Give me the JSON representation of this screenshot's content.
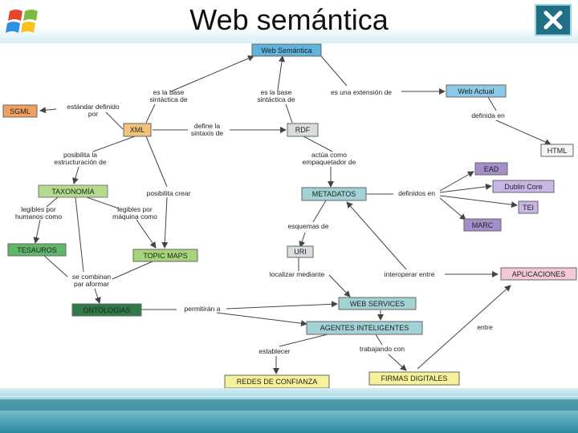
{
  "title": "Web semántica",
  "colors": {
    "blue": "#5fb3dc",
    "orange": "#f0a060",
    "tan": "#f2c37a",
    "gray": "#d8dde0",
    "teal": "#a3d2d6",
    "green": "#5fb86a",
    "lightgreen": "#a6d47a",
    "dark": "#2f7a4a",
    "purple": "#a48ec9",
    "lavender": "#c7b6e6",
    "pink": "#f4c8d8",
    "yellow": "#f6f29a"
  },
  "nodes": {
    "web_semantica": "Web Semántica",
    "sgml": "SGML",
    "xml": "XML",
    "rdf": "RDF",
    "web_actual": "Web Actual",
    "html": "HTML",
    "taxonomia": "TAXONOMÍA",
    "metadatos": "METADATOS",
    "ead": "EAD",
    "dublin_core": "Dublin Core",
    "tei": "TEI",
    "marc": "MARC",
    "tesauros": "TESAUROS",
    "topic_maps": "TOPIC MAPS",
    "uri": "URI",
    "aplicaciones": "APLICACIONES",
    "ontologias": "ONTOLOGIAS",
    "web_services": "WEB SERVICES",
    "agentes": "AGENTES INTELIGENTES",
    "redes": "REDES DE CONFIANZA",
    "firmas": "FIRMAS DIGITALES"
  },
  "labels": {
    "base_xml_1": "es la base",
    "base_xml_2": "sintáctica de",
    "base_rdf_1": "es la base",
    "base_rdf_2": "sintáctica de",
    "extension": "es una extensión de",
    "estandar_1": "estándar definido",
    "estandar_2": "por",
    "define_1": "define la",
    "define_2": "sintaxis de",
    "definida": "definida en",
    "posibilita_1": "posibilita la",
    "posibilita_2": "estructuración de",
    "actua_1": "actúa como",
    "actua_2": "empaquetador de",
    "posibilita_crear": "posibilita crear",
    "definidos_en": "definidos en",
    "legibles_h_1": "legibles por",
    "legibles_h_2": "humanos como",
    "legibles_m_1": "legibles por",
    "legibles_m_2": "máquina como",
    "esquemas": "esquemas de",
    "combinan_1": "se combinan",
    "combinan_2": "par aformar",
    "localizar": "localizar mediante",
    "interoperar": "interoperar entre",
    "permitiran": "permitirán a",
    "entre": "entre",
    "establecer": "establecer",
    "trabajando": "trabajando con"
  }
}
